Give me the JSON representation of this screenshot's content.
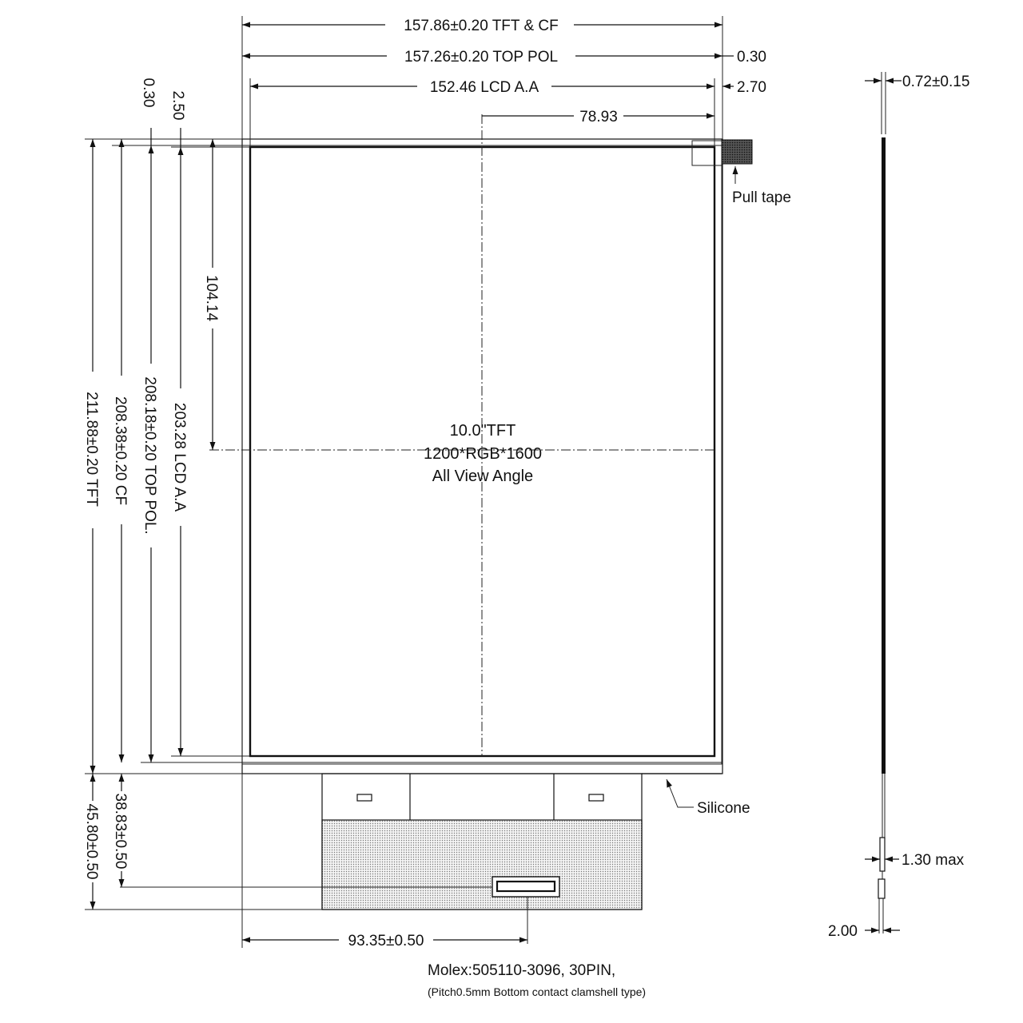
{
  "dims": {
    "tft_cf_width": "157.86±0.20 TFT & CF",
    "top_pol_width": "157.26±0.20 TOP POL",
    "lcd_aa_width": "152.46 LCD A.A",
    "half_width": "78.93",
    "right_offset_pol": "0.30",
    "right_offset_aa": "2.70",
    "top_offset_pol": "0.30",
    "top_offset_aa": "2.50",
    "half_height": "104.14",
    "lcd_aa_height": "203.28 LCD A.A",
    "top_pol_height": "208.18±0.20 TOP POL.",
    "cf_height": "208.38±0.20 CF",
    "tft_height": "211.88±0.20 TFT",
    "fpc_length": "38.83±0.50",
    "fpc_total": "45.80±0.50",
    "connector_offset": "93.35±0.50",
    "thickness": "0.72±0.15",
    "fpc_thickness": "1.30 max",
    "stiffener": "2.00"
  },
  "labels": {
    "pull_tape": "Pull tape",
    "silicone": "Silicone",
    "center_line1": "10.0\"TFT",
    "center_line2": "1200*RGB*1600",
    "center_line3": "All View Angle",
    "connector_name": "Molex:505110-3096, 30PIN,",
    "connector_detail": "(Pitch0.5mm Bottom contact clamshell type)"
  },
  "icons": {
    "arrow": "arrowhead",
    "hatch": "dotted-fill-pattern"
  }
}
